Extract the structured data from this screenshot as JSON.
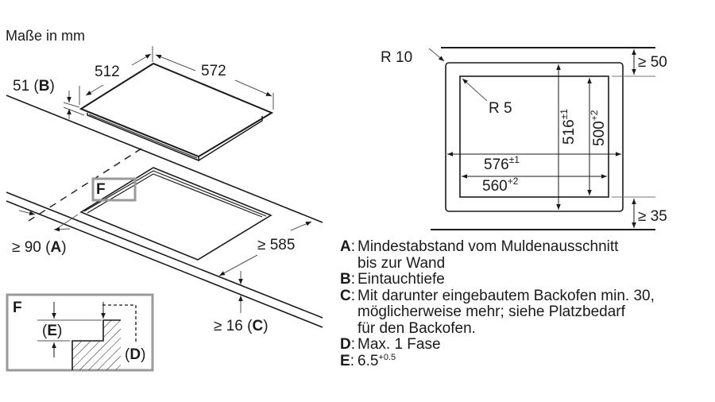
{
  "title": "Maße in mm",
  "isometric": {
    "dim_depth": "512",
    "dim_width": "572",
    "dim_height": "51",
    "dim_height_key": "B",
    "dim_wall_distance": "≥ 90",
    "dim_wall_distance_key": "A",
    "dim_cutout_depth": "≥ 585",
    "dim_worktop": "≥ 16",
    "dim_worktop_key": "C",
    "detail_marker": "F"
  },
  "detail_f": {
    "label": "F",
    "dim_e": "E",
    "dim_d": "D"
  },
  "cutout_plan": {
    "outer_radius": "R 10",
    "inner_radius": "R 5",
    "outer_height": "516",
    "outer_height_tol": "±1",
    "inner_height": "500",
    "inner_height_tol": "+2",
    "outer_width": "576",
    "outer_width_tol": "±1",
    "inner_width": "560",
    "inner_width_tol": "+2",
    "clearance_top": "≥ 50",
    "clearance_bottom": "≥ 35"
  },
  "legend": [
    {
      "key": "A",
      "lines": [
        "Mindestabstand vom Muldenausschnitt",
        "bis zur Wand"
      ]
    },
    {
      "key": "B",
      "lines": [
        "Eintauchtiefe"
      ]
    },
    {
      "key": "C",
      "lines": [
        "Mit darunter eingebautem Backofen min. 30,",
        "möglicherweise mehr; siehe Platzbedarf",
        "für den Backofen."
      ]
    },
    {
      "key": "D",
      "lines": [
        "Max. 1 Fase"
      ]
    },
    {
      "key": "E",
      "lines": [
        "6.5"
      ],
      "superscript": "+0.5"
    }
  ],
  "colors": {
    "line": "#1a1a1a",
    "dim_line": "#555555",
    "detail_frame": "#9a9a9a",
    "background": "#ffffff"
  }
}
